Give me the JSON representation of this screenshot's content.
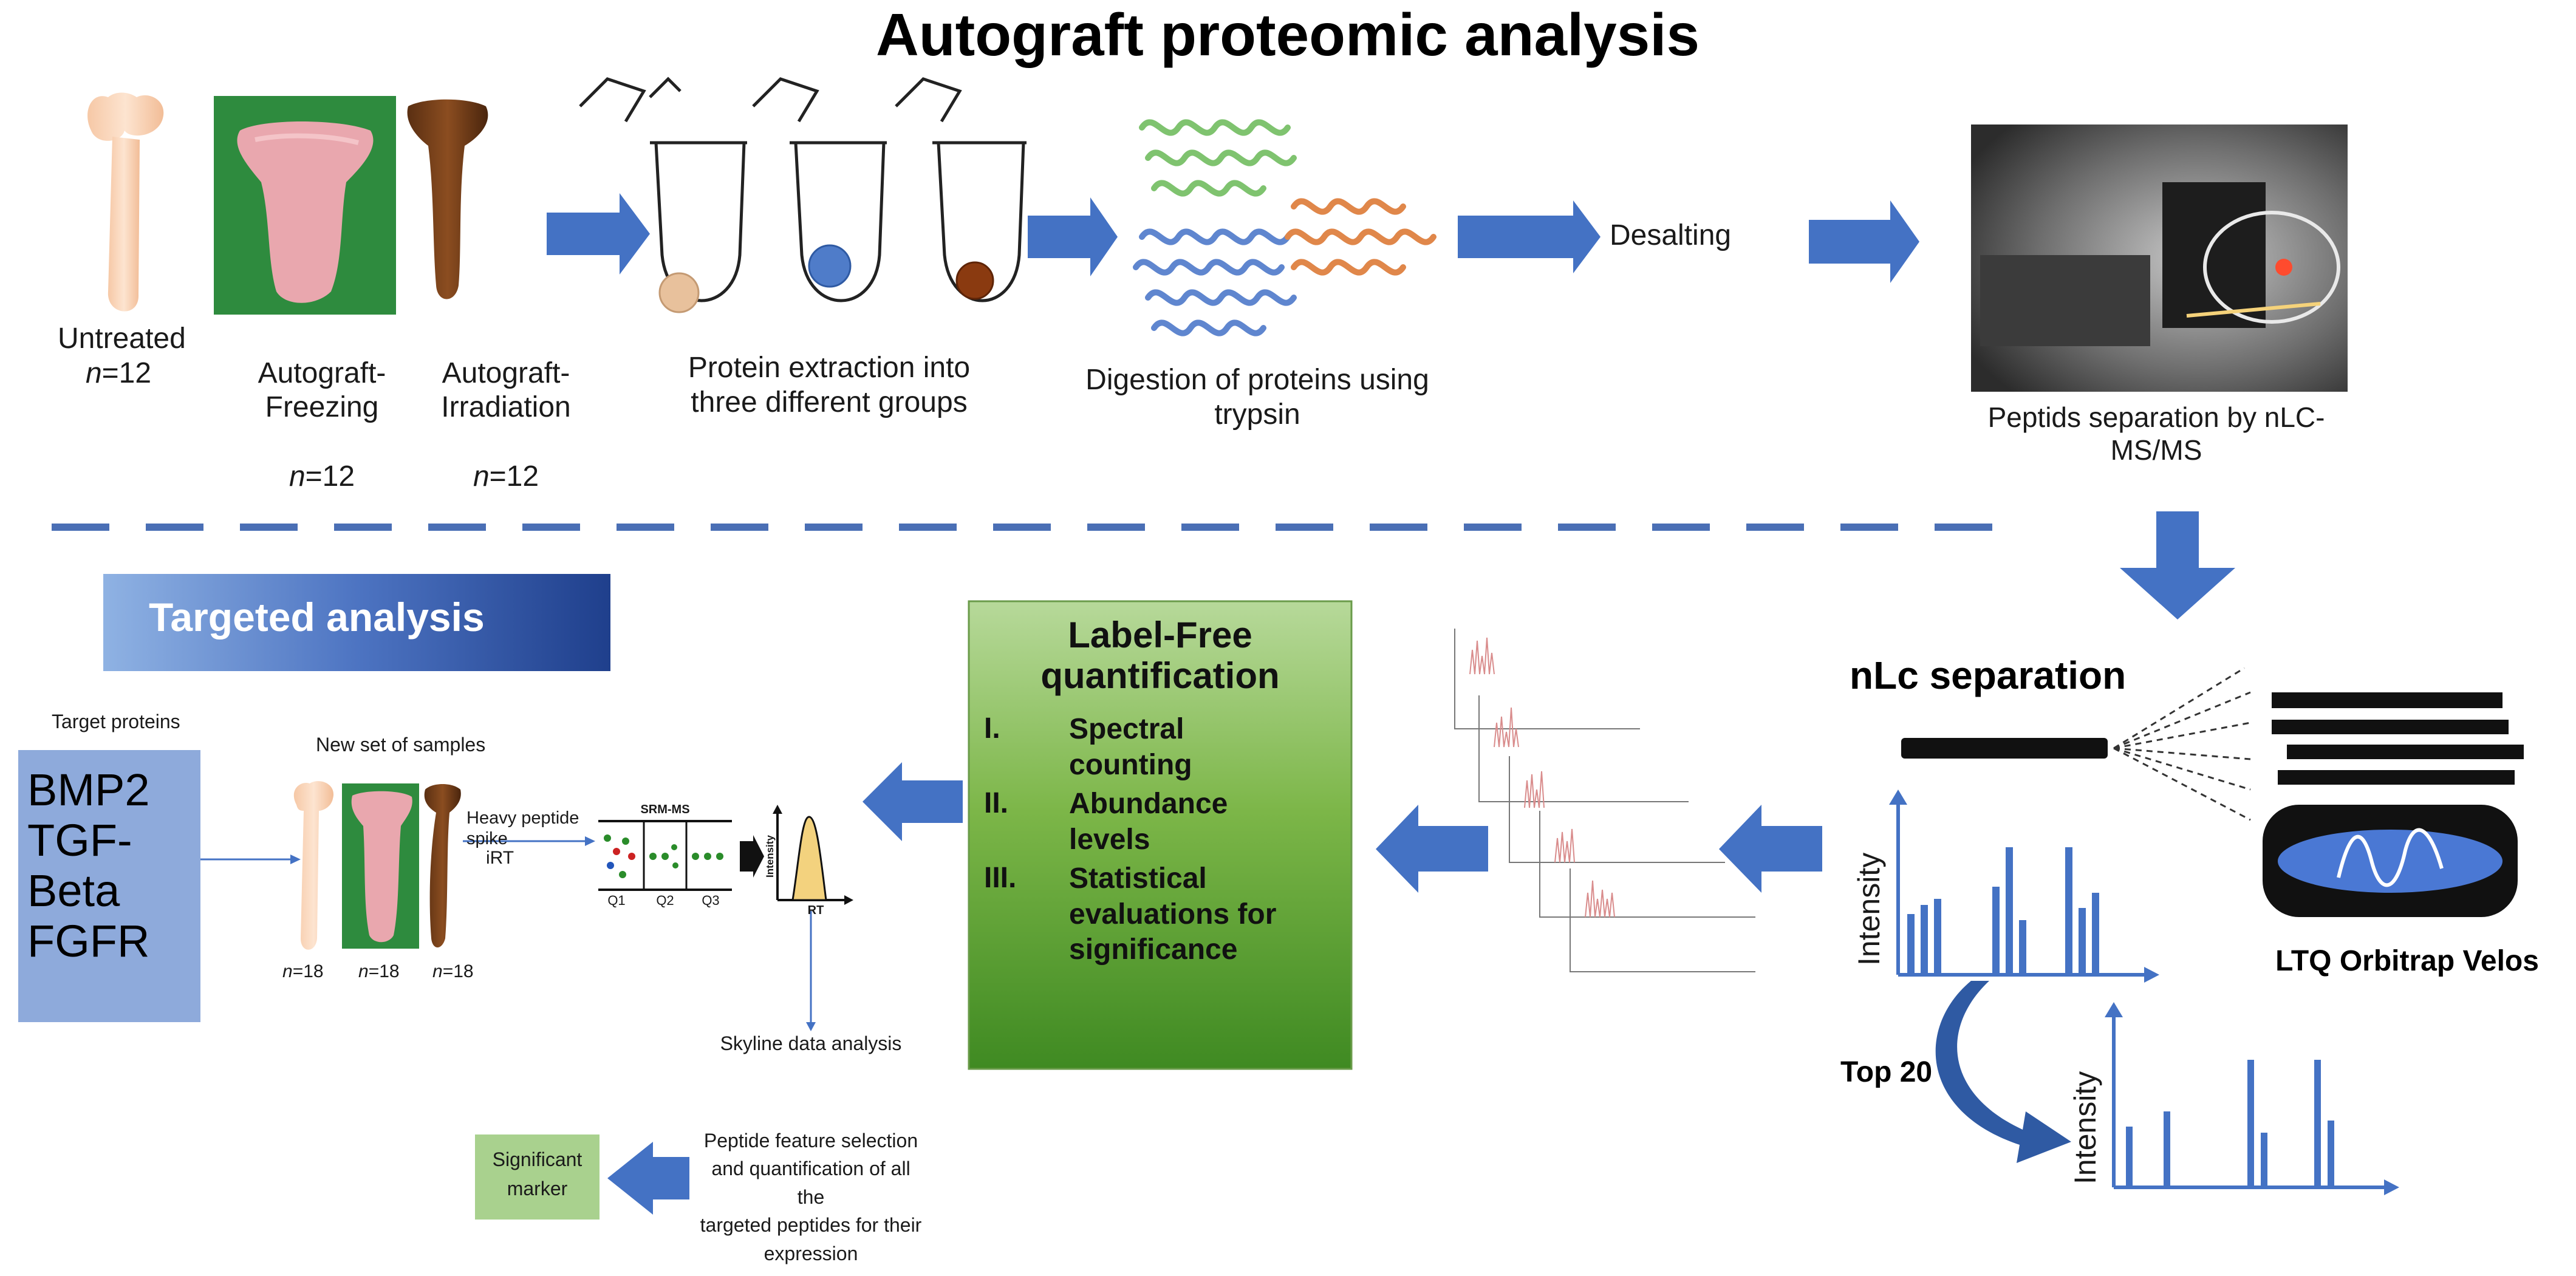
{
  "title": "Autograft proteomic analysis",
  "groups": [
    {
      "name": "Untreated",
      "n": "12"
    },
    {
      "name": "Autograft-\nFreezing",
      "n": "12"
    },
    {
      "name": "Autograft-\nIrradiation",
      "n": "12"
    }
  ],
  "n_prefix": "n",
  "steps": {
    "extraction": "Protein extraction into\nthree different groups",
    "digestion": "Digestion of proteins using\ntrypsin",
    "desalting": "Desalting",
    "separation": "Peptids separation by nLC-\nMS/MS"
  },
  "nlc": {
    "label": "nLc separation",
    "instrument": "LTQ Orbitrap Velos",
    "intensity": "Intensity",
    "top": "Top 20"
  },
  "lfq": {
    "title": "Label-Free\nquantification",
    "items": [
      {
        "num": "I.",
        "text": "Spectral\ncounting"
      },
      {
        "num": "II.",
        "text": "Abundance\nlevels"
      },
      {
        "num": "III.",
        "text": "Statistical\nevaluations for\nsignificance"
      }
    ]
  },
  "targeted": {
    "header": "Targeted analysis",
    "target_label": "Target proteins",
    "proteins": "BMP2\nTGF-\nBeta\nFGFR",
    "new_set": "New set of samples",
    "sample_n": [
      "18",
      "18",
      "18"
    ],
    "spike": "Heavy peptide spike",
    "irt": "iRT",
    "srm": "SRM-MS",
    "q_labels": [
      "Q1",
      "Q2",
      "Q3"
    ],
    "rt": "RT",
    "intensity_small": "Intensity",
    "skyline": "Skyline data analysis",
    "feature": "Peptide feature selection\nand quantification of all the\ntargeted peptides for their\nexpression",
    "marker": "Significant\nmarker"
  },
  "colors": {
    "arrow": "#4472c4",
    "dash": "#4a6fb5",
    "lfq_green": "#5fa030",
    "target_blue": "#8eaadb",
    "marker_green": "#a9d18e"
  }
}
